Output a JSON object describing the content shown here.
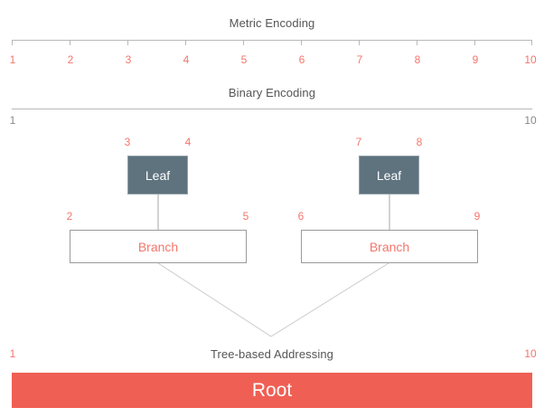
{
  "diagram": {
    "title_metric": "Metric Encoding",
    "title_binary": "Binary Encoding",
    "title_tree": "Tree-based Addressing"
  },
  "metric_ruler": {
    "labels": [
      "1",
      "2",
      "3",
      "4",
      "5",
      "6",
      "7",
      "8",
      "9",
      "10"
    ],
    "tick_color": "#b8b8b8",
    "label_color": "#f4766c"
  },
  "binary_ruler": {
    "start_label": "1",
    "end_label": "10",
    "label_color": "#888888",
    "line_color": "#b8b8b8"
  },
  "tree": {
    "leaf_left": {
      "label": "Leaf",
      "start_num": "3",
      "end_num": "4"
    },
    "leaf_right": {
      "label": "Leaf",
      "start_num": "7",
      "end_num": "8"
    },
    "branch_left": {
      "label": "Branch",
      "start_num": "2",
      "end_num": "5"
    },
    "branch_right": {
      "label": "Branch",
      "start_num": "6",
      "end_num": "9"
    },
    "root": {
      "label": "Root",
      "start_num": "1",
      "end_num": "10"
    }
  },
  "colors": {
    "accent_red": "#f05f54",
    "label_red": "#f4766c",
    "leaf_slate": "#5f737f",
    "line_gray": "#d3d3d3",
    "text_gray": "#555555"
  }
}
